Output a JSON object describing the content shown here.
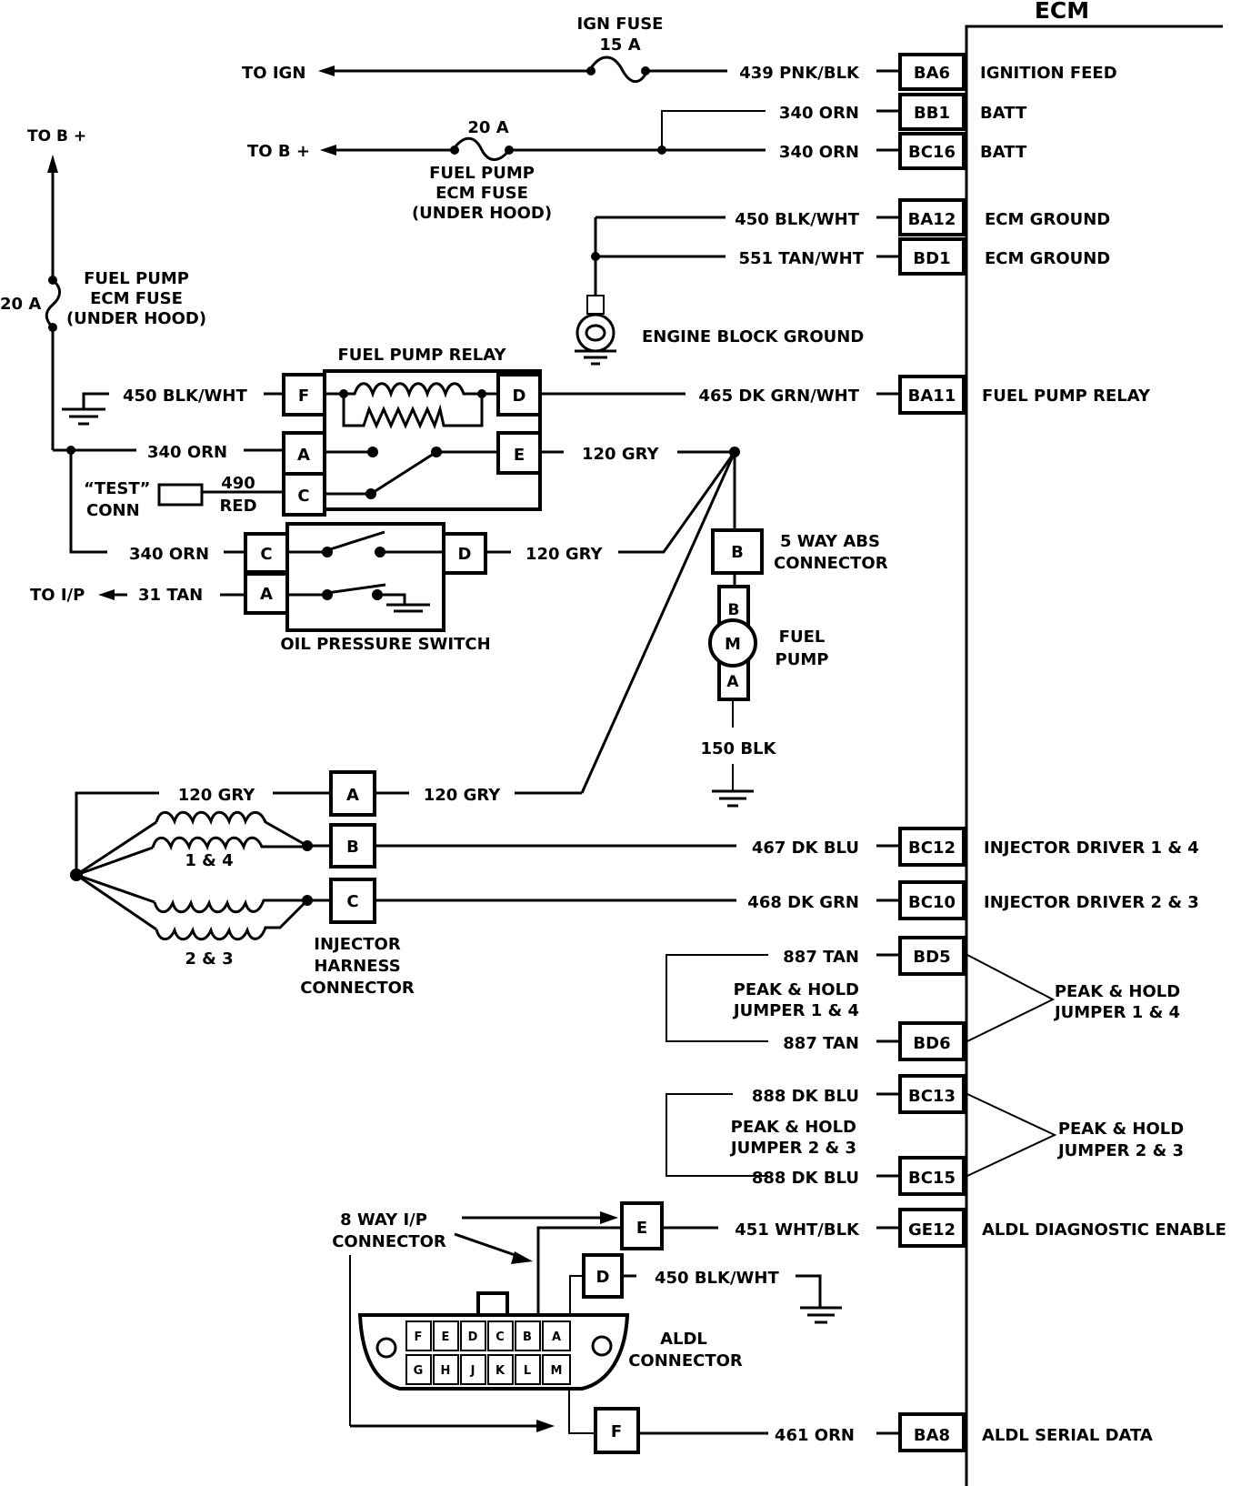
{
  "ecm": {
    "title": "ECM",
    "pins": [
      {
        "pin": "BA6",
        "wire": "439 PNK/BLK",
        "function": "IGNITION FEED"
      },
      {
        "pin": "BB1",
        "wire": "340 ORN",
        "function": "BATT"
      },
      {
        "pin": "BC16",
        "wire": "340 ORN",
        "function": "BATT"
      },
      {
        "pin": "BA12",
        "wire": "450 BLK/WHT",
        "function": "ECM GROUND"
      },
      {
        "pin": "BD1",
        "wire": "551 TAN/WHT",
        "function": "ECM GROUND"
      },
      {
        "pin": "BA11",
        "wire": "465 DK GRN/WHT",
        "function": "FUEL PUMP RELAY"
      },
      {
        "pin": "BC12",
        "wire": "467 DK BLU",
        "function": "INJECTOR DRIVER 1 & 4"
      },
      {
        "pin": "BC10",
        "wire": "468 DK GRN",
        "function": "INJECTOR DRIVER 2 & 3"
      },
      {
        "pin": "BD5",
        "wire": "887 TAN",
        "function": ""
      },
      {
        "pin": "BD6",
        "wire": "887 TAN",
        "function": ""
      },
      {
        "pin": "BC13",
        "wire": "888  DK BLU",
        "function": ""
      },
      {
        "pin": "BC15",
        "wire": "888 DK BLU",
        "function": ""
      },
      {
        "pin": "GE12",
        "wire": "451 WHT/BLK",
        "function": "ALDL DIAGNOSTIC ENABLE"
      },
      {
        "pin": "BA8",
        "wire": "461 ORN",
        "function": "ALDL SERIAL DATA"
      }
    ],
    "jumper_1_4": {
      "line1": "PEAK & HOLD",
      "line2": "JUMPER 1 & 4"
    },
    "jumper_2_3": {
      "line1": "PEAK & HOLD",
      "line2": "JUMPER 2 & 3"
    }
  },
  "ign_fuse": {
    "line1": "IGN FUSE",
    "line2": "15 A",
    "to_label": "TO IGN"
  },
  "fp_fuse_top": {
    "rating": "20 A",
    "line1": "FUEL PUMP",
    "line2": "ECM FUSE",
    "line3": "(UNDER HOOD)",
    "to_label": "TO B +"
  },
  "fp_fuse_left": {
    "rating": "20 A",
    "line1": "FUEL PUMP",
    "line2": "ECM FUSE",
    "line3": "(UNDER HOOD)",
    "to_label": "TO B +"
  },
  "engine_ground": {
    "label": "ENGINE BLOCK GROUND"
  },
  "relay": {
    "title": "FUEL PUMP RELAY",
    "pins": [
      "F",
      "A",
      "C",
      "D",
      "E"
    ],
    "wire_f": "450 BLK/WHT",
    "wire_a": "340 ORN",
    "wire_c_num": "490",
    "wire_c_color": "RED",
    "wire_e": "120 GRY",
    "test_conn_line1": "“TEST”",
    "test_conn_line2": "CONN"
  },
  "oil_switch": {
    "title": "OIL PRESSURE SWITCH",
    "pins": [
      "C",
      "A",
      "D"
    ],
    "wire_c": "340 ORN",
    "wire_a": "31 TAN",
    "wire_d": "120 GRY",
    "to_label": "TO I/P"
  },
  "abs_connector": {
    "pin": "B",
    "line1": "5 WAY ABS",
    "line2": "CONNECTOR"
  },
  "fuel_pump": {
    "pin_top": "B",
    "motor": "M",
    "pin_bottom": "A",
    "line1": "FUEL",
    "line2": "PUMP",
    "ground_wire": "150 BLK"
  },
  "injectors": {
    "wire_top": "120 GRY",
    "group1_label": "1 & 4",
    "group2_label": "2 & 3",
    "harness_pins": [
      "A",
      "B",
      "C"
    ],
    "harness_wire_a": "120 GRY",
    "harness_line1": "INJECTOR",
    "harness_line2": "HARNESS",
    "harness_line3": "CONNECTOR"
  },
  "aldl": {
    "ip_line1": "8 WAY I/P",
    "ip_line2": "CONNECTOR",
    "pin_e": "E",
    "pin_d": "D",
    "pin_f": "F",
    "wire_d": "450 BLK/WHT",
    "label_line1": "ALDL",
    "label_line2": "CONNECTOR",
    "top_row": [
      "F",
      "E",
      "D",
      "C",
      "B",
      "A"
    ],
    "bottom_row": [
      "G",
      "H",
      "J",
      "K",
      "L",
      "M"
    ]
  }
}
